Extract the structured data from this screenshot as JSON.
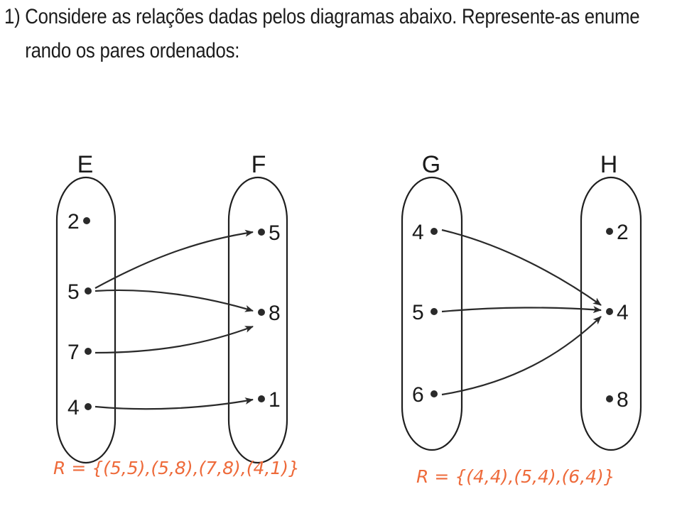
{
  "question": {
    "number": "1)",
    "line1": "Considere as relações dadas pelos diagramas abaixo. Represente-as enume",
    "line2": "rando os pares ordenados:"
  },
  "diagram1": {
    "domain_label": "E",
    "codomain_label": "F",
    "domain": [
      "2",
      "5",
      "7",
      "4"
    ],
    "codomain": [
      "5",
      "8",
      "1"
    ],
    "pairs": [
      [
        "5",
        "5"
      ],
      [
        "5",
        "8"
      ],
      [
        "7",
        "8"
      ],
      [
        "4",
        "1"
      ]
    ],
    "answer": "R = {(5,5),(5,8),(7,8),(4,1)}"
  },
  "diagram2": {
    "domain_label": "G",
    "codomain_label": "H",
    "domain": [
      "4",
      "5",
      "6"
    ],
    "codomain": [
      "2",
      "4",
      "8"
    ],
    "pairs": [
      [
        "4",
        "4"
      ],
      [
        "5",
        "4"
      ],
      [
        "6",
        "4"
      ]
    ],
    "answer": "R = {(4,4),(5,4),(6,4)}"
  }
}
